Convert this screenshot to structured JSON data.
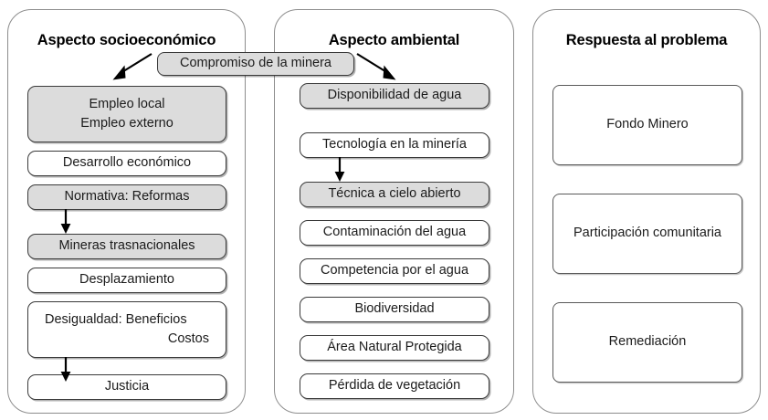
{
  "diagram": {
    "title_hidden": "",
    "columns": [
      {
        "id": "socioeconomico",
        "header": "Aspecto socioeconómico",
        "nodes": [
          {
            "label": "Empleo local",
            "label2": "Empleo externo",
            "fill": "gray"
          },
          {
            "label": "Desarrollo económico",
            "fill": "white"
          },
          {
            "label": "Normativa: Reformas",
            "fill": "gray"
          },
          {
            "label": "Mineras trasnacionales",
            "fill": "gray"
          },
          {
            "label": "Desplazamiento",
            "fill": "white"
          },
          {
            "label": "Desigualdad:  Beneficios",
            "label2": "Costos",
            "fill": "white"
          },
          {
            "label": "Justicia",
            "fill": "white"
          }
        ]
      },
      {
        "id": "ambiental",
        "header": "Aspecto ambiental",
        "nodes": [
          {
            "label": "Disponibilidad de agua",
            "fill": "gray"
          },
          {
            "label": "Tecnología en la minería",
            "fill": "white"
          },
          {
            "label": "Técnica a cielo abierto",
            "fill": "gray"
          },
          {
            "label": "Contaminación del agua",
            "fill": "white"
          },
          {
            "label": "Competencia por el agua",
            "fill": "white"
          },
          {
            "label": "Biodiversidad",
            "fill": "white"
          },
          {
            "label": "Área Natural Protegida",
            "fill": "white"
          },
          {
            "label": "Pérdida de vegetación",
            "fill": "white"
          }
        ]
      },
      {
        "id": "respuesta",
        "header": "Respuesta al problema",
        "nodes": [
          {
            "label": "Fondo Minero",
            "fill": "white"
          },
          {
            "label": "Participación comunitaria",
            "fill": "white"
          },
          {
            "label": "Remediación",
            "fill": "white"
          }
        ]
      }
    ],
    "floating_node": {
      "label": "Compromiso de la minera",
      "fill": "gray"
    },
    "arrows": [
      {
        "name": "arrow-compromiso-to-empleo",
        "from": "Compromiso de la minera",
        "to": "Empleo local / Empleo externo",
        "direction": "down-left"
      },
      {
        "name": "arrow-compromiso-to-disponibilidad",
        "from": "Compromiso de la minera",
        "to": "Disponibilidad de agua",
        "direction": "down-right"
      },
      {
        "name": "arrow-normativa-to-mineras",
        "from": "Normativa: Reformas",
        "to": "Mineras trasnacionales",
        "direction": "down"
      },
      {
        "name": "arrow-desigualdad-to-justicia",
        "from": "Desigualdad: Beneficios / Costos",
        "to": "Justicia",
        "direction": "down"
      },
      {
        "name": "arrow-tecnologia-to-tecnica",
        "from": "Tecnología en la minería",
        "to": "Técnica a cielo abierto",
        "direction": "down"
      }
    ],
    "colors": {
      "gray_fill": "#dcdcdc",
      "white_fill": "#ffffff",
      "node_border": "#3a3a3a",
      "panel_border": "#8d8d8d",
      "text": "#1b1b1b",
      "arrow": "#000000"
    }
  }
}
